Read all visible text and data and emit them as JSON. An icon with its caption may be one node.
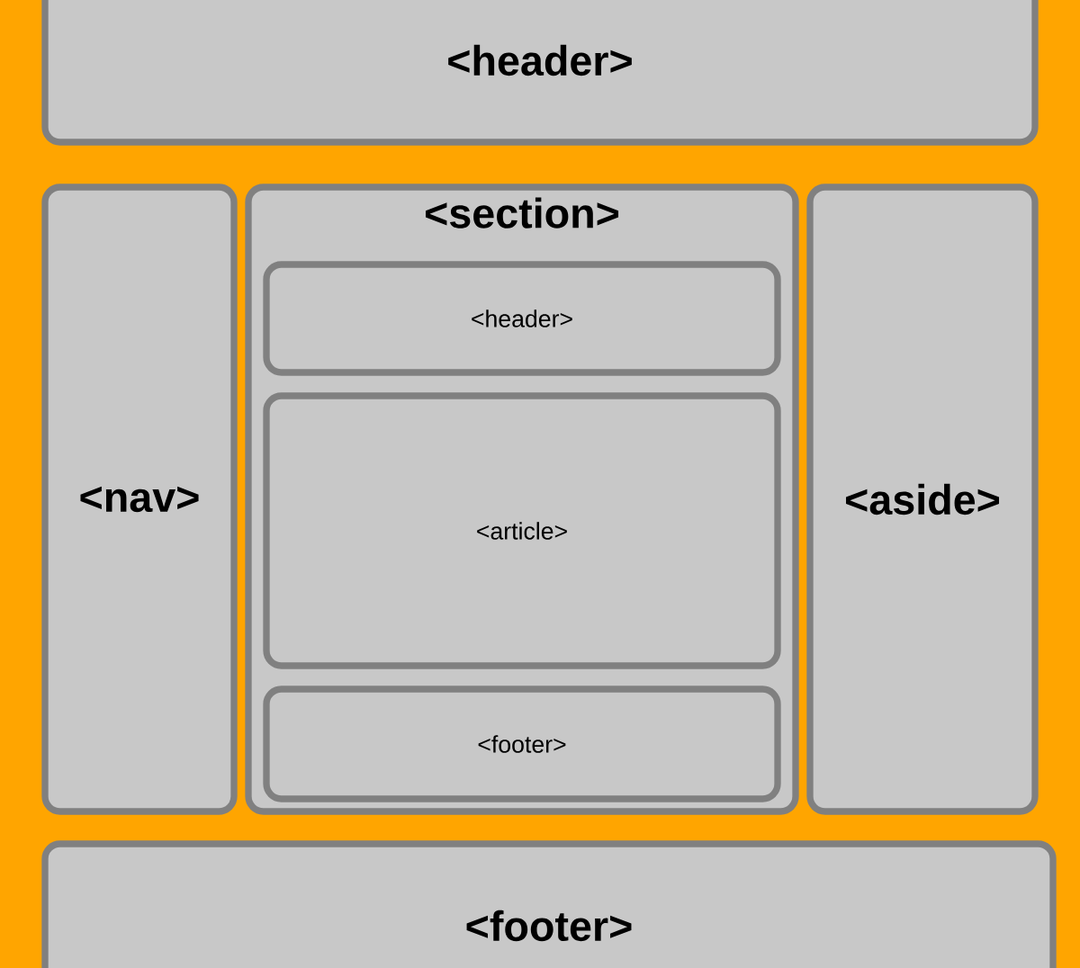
{
  "diagram": {
    "nodes": [
      {
        "text": [
          "<header>"
        ]
      },
      {
        "text": [
          "<nav>"
        ]
      },
      {
        "text": [
          "<section>"
        ]
      },
      {
        "text": [
          "<header>"
        ],
        "in": 2
      },
      {
        "text": [
          "<article>"
        ],
        "in": 2
      },
      {
        "text": [
          "<footer>"
        ],
        "in": 2
      },
      {
        "text": [
          "<aside>"
        ]
      },
      {
        "text": [
          "<footer>"
        ]
      }
    ]
  }
}
